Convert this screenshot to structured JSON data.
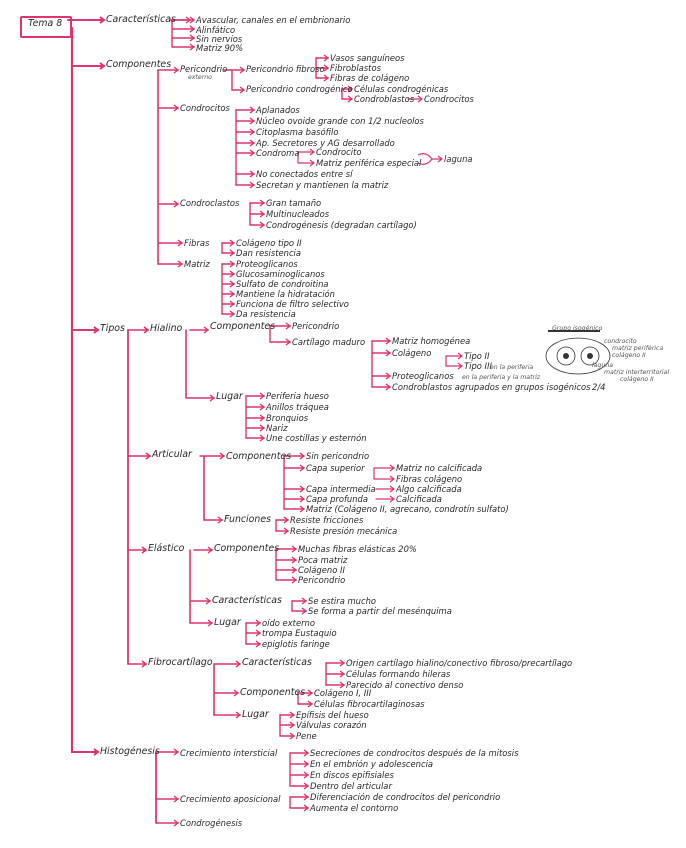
{
  "accent_color": "#e0336f",
  "title": "Tema 8",
  "caracteristicas": {
    "label": "Características",
    "items": [
      "Avascular, canales en el embrionario",
      "Alinfático",
      "Sin nervios",
      "Matriz 90%"
    ]
  },
  "componentes": {
    "label": "Componentes",
    "pericondrio": {
      "label": "Pericondrio",
      "externo": "externo",
      "fibroso": {
        "label": "Pericondrio fibroso",
        "items": [
          "Vasos sanguíneos",
          "Fibroblastos",
          "Fibras de colágeno"
        ]
      },
      "condrogenico": {
        "label": "Pericondrio condrogénico",
        "items": [
          "Células condrogénicas",
          "Condroblastos"
        ],
        "arrow_target": "Condrocitos"
      }
    },
    "condrocitos": {
      "label": "Condrocitos",
      "items": [
        "Aplanados",
        "Núcleo ovoide grande con 1/2 nucleolos",
        "Citoplasma basófilo",
        "Ap. Secretores y AG desarrollado"
      ],
      "condroma": {
        "label": "Condroma",
        "items": [
          "Condrocito",
          "Matriz periférica especial"
        ],
        "laguna": "laguna"
      },
      "items2": [
        "No conectados entre sí",
        "Secretan y mantienen la matriz"
      ]
    },
    "condroclastos": {
      "label": "Condroclastos",
      "items": [
        "Gran tamaño",
        "Multinucleados",
        "Condrogénesis (degradan cartílago)"
      ]
    },
    "fibras": {
      "label": "Fibras",
      "items": [
        "Colágeno tipo II",
        "Dan resistencia"
      ]
    },
    "matriz": {
      "label": "Matriz",
      "items": [
        "Proteoglicanos",
        "Glucosaminoglicanos",
        "Sulfato de condroitina",
        "Mantiene la hidratación",
        "Funciona de filtro selectivo",
        "Da resistencia"
      ]
    }
  },
  "tipos": {
    "label": "Tipos",
    "hialino": {
      "label": "Hialino",
      "componentes": {
        "label": "Componentes",
        "pericondrio": "Pericondrio",
        "maduro": {
          "label": "Cartílago maduro",
          "matriz": "Matriz homogénea",
          "colageno": {
            "label": "Colágeno",
            "items": [
              "Tipo II",
              "Tipo III"
            ],
            "note": "en la periferia"
          },
          "proteoglicanos": {
            "label": "Proteoglicanos",
            "note": "en la periferia y la matriz"
          },
          "condroblastos": "Condroblastos agrupados en grupos isogénicos",
          "fraction": "2/4"
        }
      },
      "lugar": {
        "label": "Lugar",
        "items": [
          "Periferia hueso",
          "Anillos tráquea",
          "Bronquios",
          "Nariz",
          "Une costillas y esternón"
        ]
      }
    },
    "diagram": {
      "title": "Grupo isogénico",
      "labels": [
        "condrocito",
        "matriz periférica",
        "colágeno II",
        "laguna",
        "matriz interterritorial",
        "colágeno II"
      ]
    },
    "articular": {
      "label": "Articular",
      "componentes": {
        "label": "Componentes",
        "sin_pericondrio": "Sin pericondrio",
        "capa_superior": {
          "label": "Capa superior",
          "items": [
            "Matriz no calcificada",
            "Fibras colágeno"
          ]
        },
        "capa_intermedia": {
          "label": "Capa intermedia",
          "value": "Algo calcificada"
        },
        "capa_profunda": {
          "label": "Capa profunda",
          "value": "Calcificada"
        },
        "matriz": "Matriz (Colágeno II, agrecano, condrotín sulfato)"
      },
      "funciones": {
        "label": "Funciones",
        "items": [
          "Resiste fricciones",
          "Resiste presión mecánica"
        ]
      }
    },
    "elastico": {
      "label": "Elástico",
      "componentes": {
        "label": "Componentes",
        "items": [
          "Muchas fibras elásticas 20%",
          "Poca matriz",
          "Colágeno II",
          "Pericondrio"
        ]
      },
      "caracteristicas": {
        "label": "Características",
        "items": [
          "Se estira mucho",
          "Se forma a partir del mesénquima"
        ]
      },
      "lugar": {
        "label": "Lugar",
        "items": [
          "oído externo",
          "trompa Eustaquio",
          "epiglotis faringe"
        ]
      }
    },
    "fibrocartilago": {
      "label": "Fibrocartílago",
      "caracteristicas": {
        "label": "Características",
        "items": [
          "Origen cartílago hialino/conectivo fibroso/precartílago",
          "Células formando hileras",
          "Parecido al conectivo denso"
        ]
      },
      "componentes": {
        "label": "Componentes",
        "items": [
          "Colágeno I, III",
          "Células fibrocartilaginosas"
        ]
      },
      "lugar": {
        "label": "Lugar",
        "items": [
          "Epífisis del hueso",
          "Válvulas corazón",
          "Pene"
        ]
      }
    }
  },
  "histogenesis": {
    "label": "Histogénesis",
    "intersticial": {
      "label": "Crecimiento intersticial",
      "items": [
        "Secreciones de condrocitos después de la mitosis",
        "En el embrión y adolescencia",
        "En discos epifisiales",
        "Dentro del articular"
      ]
    },
    "aposicional": {
      "label": "Crecimiento aposicional",
      "items": [
        "Diferenciación de condrocitos del pericondrio",
        "Aumenta el contorno"
      ]
    },
    "condrogenesis": "Condrogénesis"
  }
}
